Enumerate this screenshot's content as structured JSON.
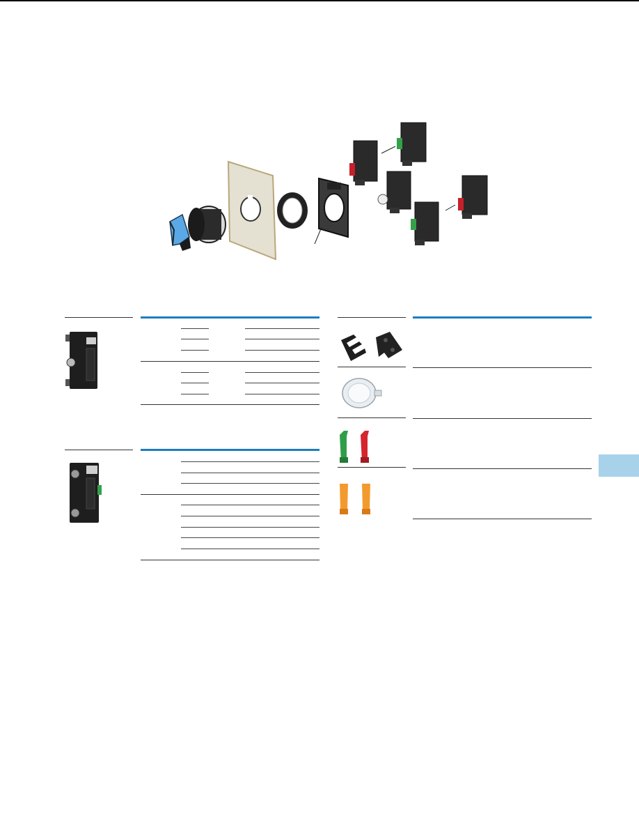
{
  "page": {
    "accent_color": "#1d7dc0",
    "side_tab_color": "#a7d2ea"
  },
  "illustration": {
    "components": [
      "selector-switch-actuator",
      "legend-plate",
      "locking-ring",
      "mounting-adapter",
      "contact-element",
      "led-element"
    ]
  },
  "product_images": [
    "led-element-photo",
    "contact-element-photo",
    "mounting-clips-photo",
    "lens-cap-photo",
    "colored-led-plugs-photo",
    "orange-led-plugs-photo"
  ]
}
